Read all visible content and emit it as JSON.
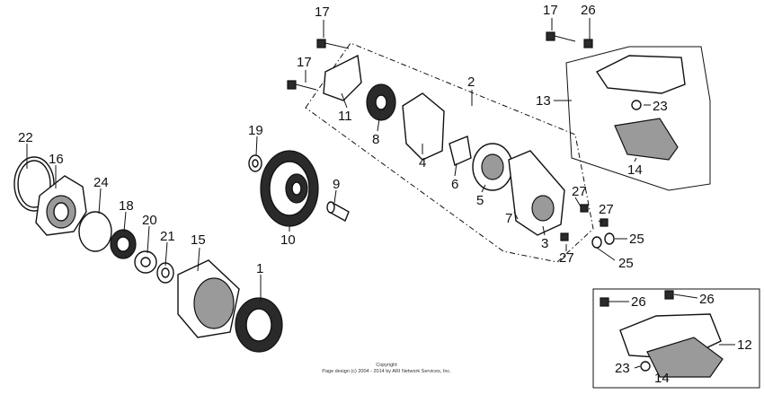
{
  "callouts": {
    "c1": "1",
    "c2": "2",
    "c3": "3",
    "c4": "4",
    "c5": "5",
    "c6": "6",
    "c7": "7",
    "c8": "8",
    "c9": "9",
    "c10": "10",
    "c11": "11",
    "c12": "12",
    "c13": "13",
    "c14a": "14",
    "c14b": "14",
    "c15": "15",
    "c16": "16",
    "c17a": "17",
    "c17b": "17",
    "c17c": "17",
    "c18": "18",
    "c19": "19",
    "c20": "20",
    "c21": "21",
    "c22": "22",
    "c23a": "23",
    "c23b": "23",
    "c24": "24",
    "c25a": "25",
    "c25b": "25",
    "c26a": "26",
    "c26b": "26",
    "c26c": "26",
    "c27a": "27",
    "c27b": "27",
    "c27c": "27"
  },
  "footer": {
    "line1": "Copyright",
    "line2": "Page design (c) 2004 - 2014 by ARI Network Services, Inc."
  }
}
